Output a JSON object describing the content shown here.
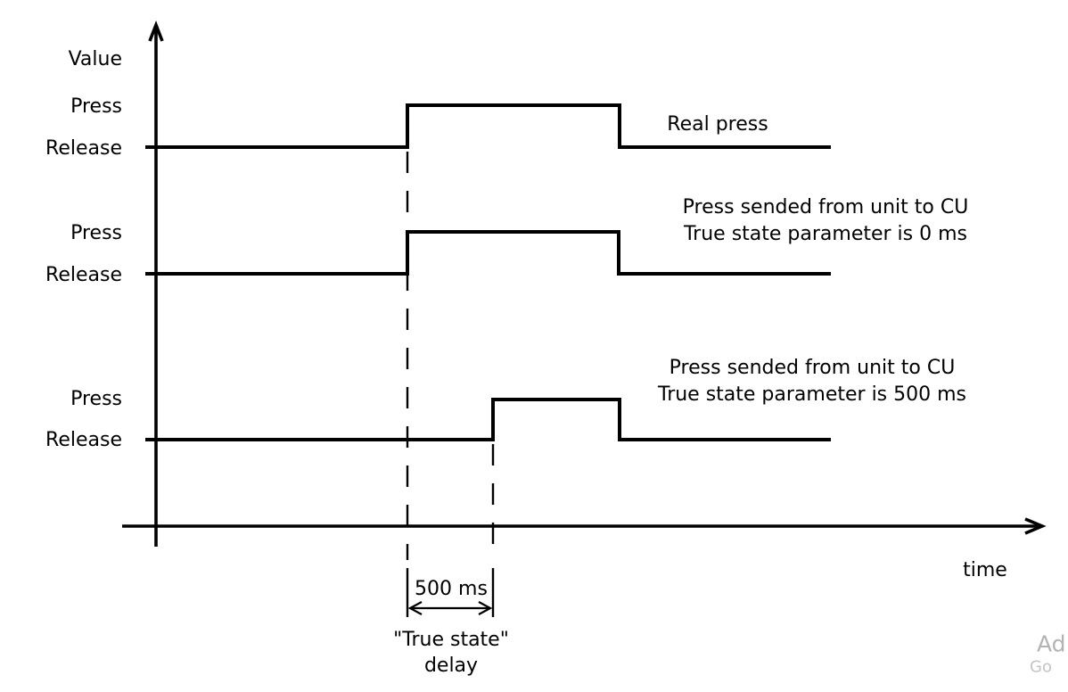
{
  "diagram": {
    "value_axis_label": "Value",
    "time_axis_label": "time",
    "rows": [
      {
        "press_label": "Press",
        "release_label": "Release"
      },
      {
        "press_label": "Press",
        "release_label": "Release"
      },
      {
        "press_label": "Press",
        "release_label": "Release"
      }
    ],
    "captions": {
      "real_press": "Real press",
      "zero_ms_line1": "Press sended from unit to CU",
      "zero_ms_line2": "True state parameter is 0 ms",
      "delayed_line1": "Press sended from unit to CU",
      "delayed_line2": "True state parameter is 500 ms"
    },
    "delay_annotation": {
      "value": "500 ms",
      "name_line1": "\"True state\"",
      "name_line2": "delay"
    },
    "watermark": {
      "line1": "Ad",
      "line2": "Go"
    },
    "colors": {
      "line": "#000000",
      "text": "#000000",
      "watermark_top": "#b3b3b3",
      "watermark_bottom": "#c4c4c4"
    }
  },
  "chart_data": {
    "type": "line",
    "subtype": "timing-diagram",
    "title": "",
    "xlabel": "time",
    "ylabel": "Value",
    "y_levels": [
      "Release",
      "Press"
    ],
    "grid": false,
    "series": [
      {
        "name": "Real press",
        "levels": [
          "Release",
          "Press",
          "Release"
        ],
        "press_at_ms": 0,
        "release_at_ms": 1240
      },
      {
        "name": "Press sended from unit to CU, True state parameter is 0 ms",
        "levels": [
          "Release",
          "Press",
          "Release"
        ],
        "press_at_ms": 0,
        "release_at_ms": 1240
      },
      {
        "name": "Press sended from unit to CU, True state parameter is 500 ms",
        "levels": [
          "Release",
          "Press",
          "Release"
        ],
        "press_at_ms": 500,
        "release_at_ms": 1240
      }
    ],
    "annotations": [
      {
        "text": "500 ms",
        "meaning": "\"True state\" delay between real press and delayed report"
      }
    ]
  }
}
